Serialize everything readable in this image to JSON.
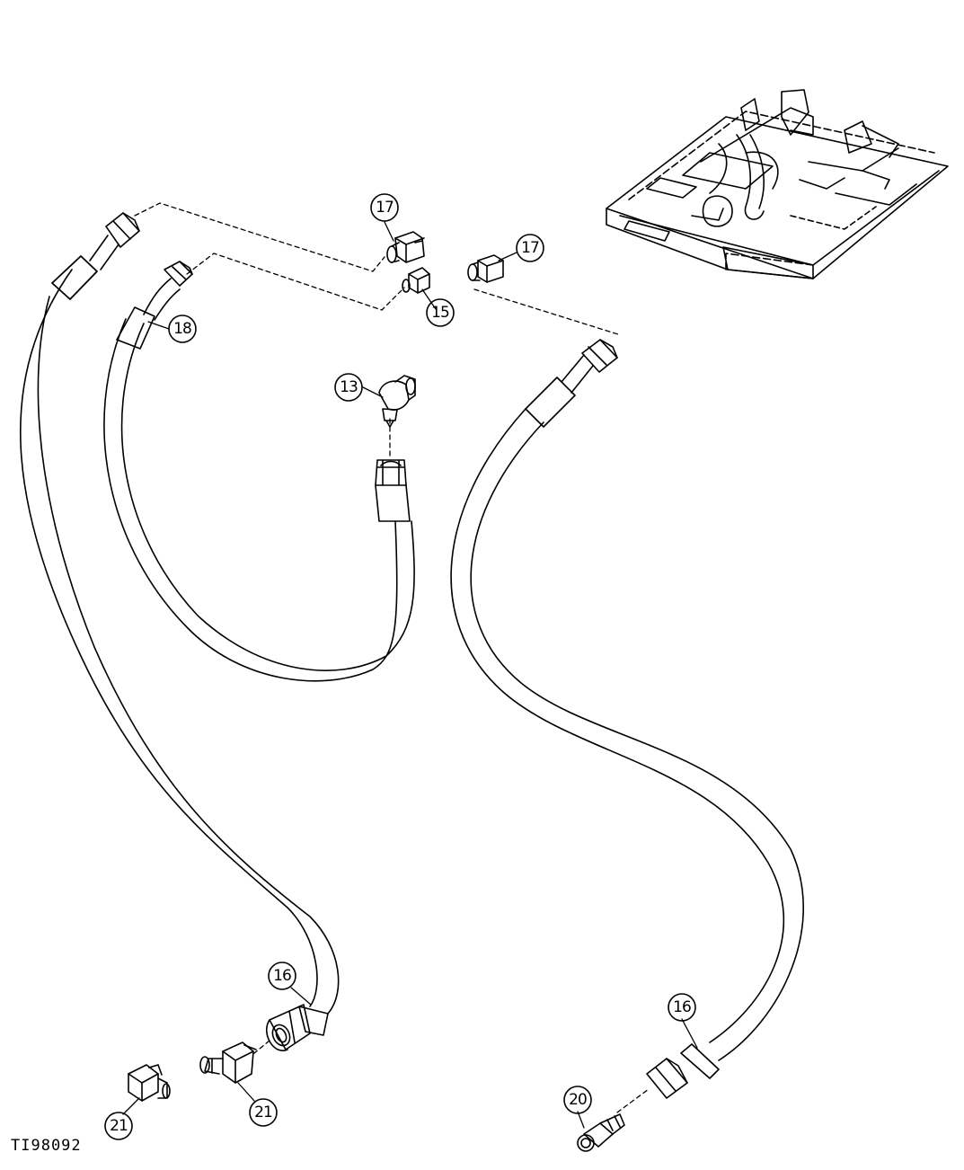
{
  "figure_id": "TI98092",
  "callouts": [
    "17",
    "17",
    "15",
    "18",
    "13",
    "16",
    "16",
    "21",
    "21",
    "20"
  ]
}
